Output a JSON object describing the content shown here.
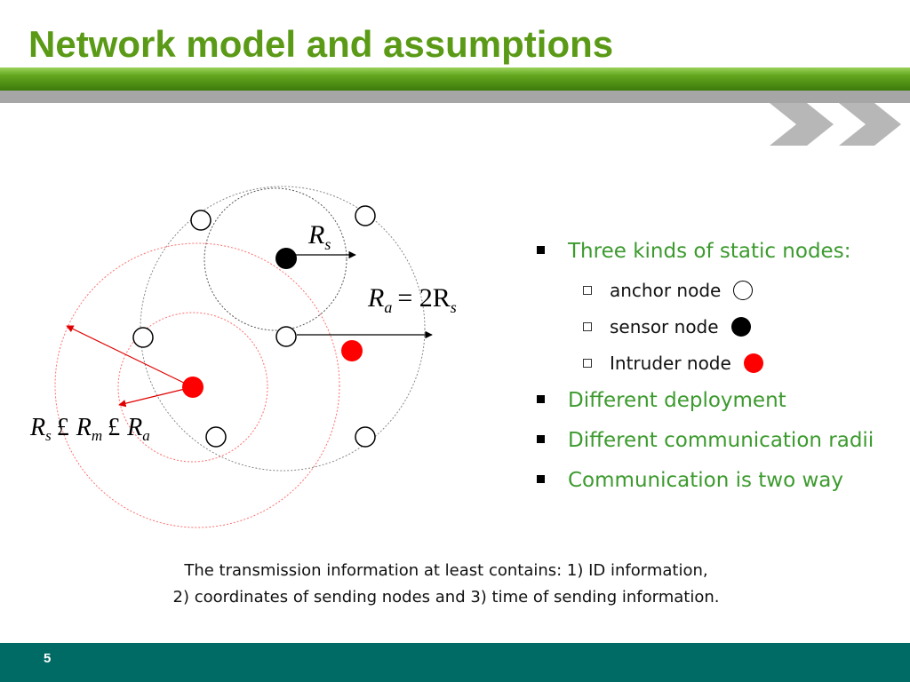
{
  "title": "Network model and assumptions",
  "diagram": {
    "label_rs": "R",
    "label_rs_sub": "s",
    "label_ra": "R",
    "label_ra_sub": "a",
    "label_ra_eq": "= 2R",
    "label_ra_eq_sub": "s",
    "label_ineq_r1": "R",
    "label_ineq_s1": "s",
    "label_ineq_op1": "£",
    "label_ineq_r2": "R",
    "label_ineq_s2": "m",
    "label_ineq_op2": "£",
    "label_ineq_r3": "R",
    "label_ineq_s3": "a"
  },
  "bullets": [
    {
      "text": "Three kinds of static nodes:"
    },
    {
      "text": "anchor node",
      "node": "anchor"
    },
    {
      "text": "sensor node",
      "node": "sensor"
    },
    {
      "text": "Intruder node",
      "node": "intruder"
    },
    {
      "text": "Different deployment"
    },
    {
      "text": "Different communication radii"
    },
    {
      "text": "Communication is two way"
    }
  ],
  "note": {
    "line1": "The transmission information at least contains: 1) ID information,",
    "line2": "2) coordinates of sending nodes and 3) time of sending information."
  },
  "page_number": "5",
  "colors": {
    "title": "#5a9a16",
    "bullet_text": "#3c9a2e",
    "footer": "#006a64",
    "intruder": "#ff0000"
  }
}
